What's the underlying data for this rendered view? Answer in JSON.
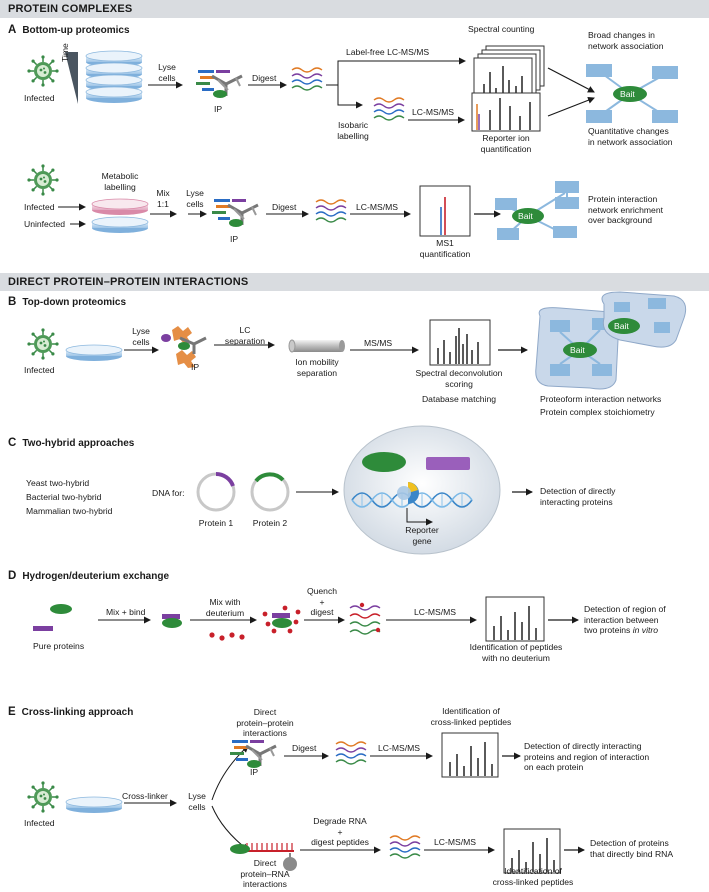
{
  "headers": {
    "protein_complexes": "PROTEIN COMPLEXES",
    "direct_ppi": "DIRECT PROTEIN–PROTEIN INTERACTIONS"
  },
  "sections": {
    "A": {
      "letter": "A",
      "title": "Bottom-up proteomics"
    },
    "B": {
      "letter": "B",
      "title": "Top-down proteomics"
    },
    "C": {
      "letter": "C",
      "title": "Two-hybrid approaches"
    },
    "D": {
      "letter": "D",
      "title": "Hydrogen/deuterium exchange"
    },
    "E": {
      "letter": "E",
      "title": "Cross-linking approach"
    }
  },
  "labels": {
    "infected": "Infected",
    "uninfected": "Uninfected",
    "time": "Time",
    "lyse": "Lyse",
    "cells": "cells",
    "digest": "Digest",
    "ip": "IP",
    "label_free": "Label-free LC-MS/MS",
    "spectral_counting": "Spectral counting",
    "isobaric": "Isobaric",
    "labelling": "labelling",
    "lcmsms": "LC-MS/MS",
    "reporter_ion": "Reporter ion",
    "quantification": "quantification",
    "broad_changes_1": "Broad changes in",
    "broad_changes_2": "network association",
    "quant_changes_1": "Quantitative changes",
    "quant_changes_2": "in network association",
    "bait": "Bait",
    "metabolic": "Metabolic",
    "mix": "Mix",
    "ratio": "1:1",
    "ms1": "MS1",
    "enrich_1": "Protein interaction",
    "enrich_2": "network enrichment",
    "enrich_3": "over background",
    "lc": "LC",
    "separation": "separation",
    "ion_mobility": "Ion mobility",
    "msms": "MS/MS",
    "spectral_deconv": "Spectral deconvolution",
    "scoring": "scoring",
    "db_matching": "Database matching",
    "proteoform_net": "Proteoform interaction networks",
    "stoich": "Protein complex stoichiometry",
    "yeast": "Yeast two-hybrid",
    "bacterial": "Bacterial two-hybrid",
    "mammalian": "Mammalian two-hybrid",
    "dna_for": "DNA for:",
    "protein1": "Protein 1",
    "protein2": "Protein 2",
    "reporter": "Reporter",
    "gene": "gene",
    "direct_detect_1": "Detection of directly",
    "direct_detect_2": "interacting proteins",
    "mix_bind": "Mix + bind",
    "mix_with": "Mix with",
    "deuterium": "deuterium",
    "quench": "Quench",
    "plus": "+",
    "digest_lc": "digest",
    "pure_proteins": "Pure proteins",
    "id_peptides_1": "Identification of peptides",
    "id_peptides_2": "with no deuterium",
    "region_1": "Detection of region of",
    "region_2": "interaction between",
    "region_3": "two proteins",
    "in_vitro": "in vitro",
    "crosslinker": "Cross-linker",
    "direct_pp_1": "Direct",
    "direct_pp_2": "protein–protein",
    "direct_pp_3": "interactions",
    "id_xl_1": "Identification of",
    "id_xl_2": "cross-linked peptides",
    "xl_detect_1": "Detection of directly interacting",
    "xl_detect_2": "proteins and region of interaction",
    "xl_detect_3": "on each protein",
    "degrade_rna": "Degrade RNA",
    "digest_peptides": "digest peptides",
    "direct_rna_2": "protein–RNA",
    "rna_detect_1": "Detection of proteins",
    "rna_detect_2": "that directly bind RNA"
  },
  "colors": {
    "header_bg": "#d9dce0",
    "bait_green": "#2e8b3a",
    "node_blue": "#8cb8de",
    "purple": "#7b3fa0",
    "red": "#c8202a",
    "orange": "#e07a24",
    "blue": "#2a6cc4",
    "virus_green": "#3a8a48"
  }
}
